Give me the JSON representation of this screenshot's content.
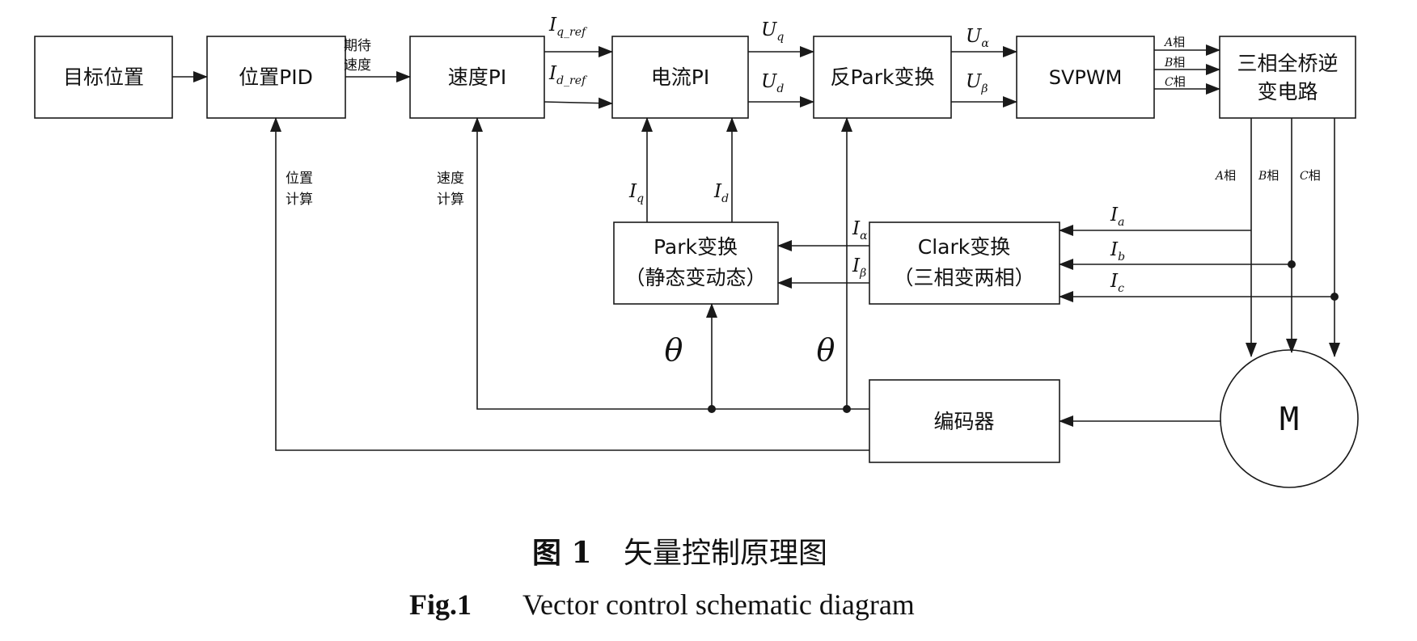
{
  "blocks": {
    "target_position": "目标位置",
    "position_pid": "位置PID",
    "speed_pi": "速度PI",
    "current_pi": "电流PI",
    "inverse_park": "反Park变换",
    "svpwm": "SVPWM",
    "inverter_line1": "三相全桥逆",
    "inverter_line2": "变电路",
    "park_line1": "Park变换",
    "park_line2": "（静态变动态）",
    "clark_line1": "Clark变换",
    "clark_line2": "（三相变两相）",
    "encoder": "编码器",
    "motor": "M"
  },
  "labels": {
    "expected_speed_1": "期待",
    "expected_speed_2": "速度",
    "position_calc_1": "位置",
    "position_calc_2": "计算",
    "speed_calc_1": "速度",
    "speed_calc_2": "计算"
  },
  "signals": {
    "iq_ref": {
      "base": "I",
      "sub": "q_ref"
    },
    "id_ref": {
      "base": "I",
      "sub": "d_ref"
    },
    "uq": {
      "base": "U",
      "sub": "q"
    },
    "ud": {
      "base": "U",
      "sub": "d"
    },
    "ualpha": {
      "base": "U",
      "sub": "α"
    },
    "ubeta": {
      "base": "U",
      "sub": "β"
    },
    "iq": {
      "base": "I",
      "sub": "q"
    },
    "id": {
      "base": "I",
      "sub": "d"
    },
    "ialpha": {
      "base": "I",
      "sub": "α"
    },
    "ibeta": {
      "base": "I",
      "sub": "β"
    },
    "ia": {
      "base": "I",
      "sub": "a"
    },
    "ib": {
      "base": "I",
      "sub": "b"
    },
    "ic": {
      "base": "I",
      "sub": "c"
    },
    "theta": "θ"
  },
  "phases": {
    "a_letter": "A",
    "b_letter": "B",
    "c_letter": "C",
    "suffix": "相"
  },
  "caption": {
    "cn_number": "图 1",
    "cn_title": "矢量控制原理图",
    "en_number": "Fig.1",
    "en_title": "Vector control schematic diagram"
  }
}
